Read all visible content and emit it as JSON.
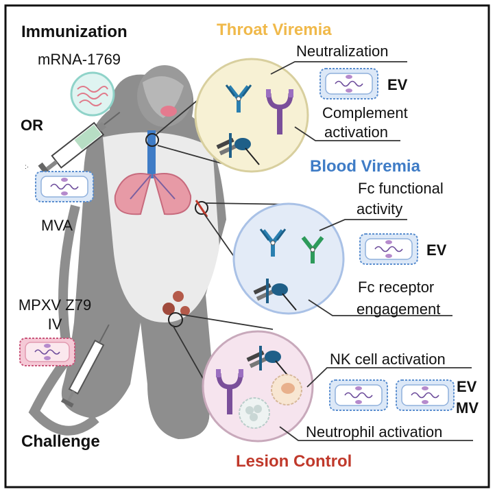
{
  "immunization": {
    "title": "Immunization",
    "vaccine_mrna": "mRNA-1769",
    "or_label": "OR",
    "vaccine_mva": "MVA"
  },
  "challenge": {
    "virus_line1": "MPXV Z79",
    "virus_line2": "IV",
    "title": "Challenge"
  },
  "throat": {
    "title": "Throat Viremia",
    "neutralization": "Neutralization",
    "complement_line1": "Complement",
    "complement_line2": "activation",
    "ev": "EV"
  },
  "blood": {
    "title": "Blood Viremia",
    "fc_func_line1": "Fc functional",
    "fc_func_line2": "activity",
    "fc_rec_line1": "Fc receptor",
    "fc_rec_line2": "engagement",
    "ev": "EV"
  },
  "lesion": {
    "title": "Lesion Control",
    "nk": "NK cell activation",
    "neutrophil": "Neutrophil activation",
    "ev": "EV",
    "mv": "MV"
  },
  "colors": {
    "throat_title": "#f0b94a",
    "blood_title": "#3f7cc6",
    "lesion_title": "#c0392b",
    "monkey": "#8e8e8e",
    "monkey_light": "#e8e8e8",
    "throat_circle": "#f7f1d4",
    "blood_circle": "#e3ebf7",
    "lesion_circle": "#f6e4ee",
    "antibody_blue": "#2a7fb0",
    "antibody_green": "#2d9a5a",
    "receptor_purple": "#7a4f9a"
  }
}
